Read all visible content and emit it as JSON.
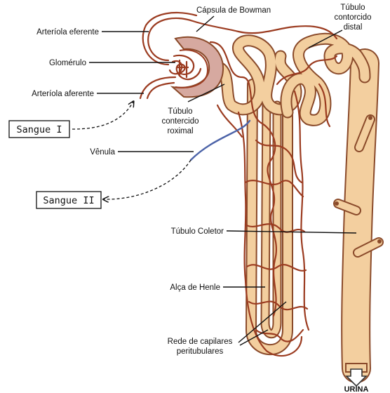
{
  "labels": {
    "capsula": "Cápsula de Bowman",
    "tubulo_distal_1": "Túbulo",
    "tubulo_distal_2": "contorcido",
    "tubulo_distal_3": "distal",
    "arteriola_eferente": "Arteríola eferente",
    "glomerulo": "Glomérulo",
    "arteriola_aferente": "Arteríola aferente",
    "tubulo_proximal_1": "Túbulo",
    "tubulo_proximal_2": "contercido",
    "tubulo_proximal_3": "roximal",
    "sangue_i": "Sangue I",
    "venula": "Vênula",
    "sangue_ii": "Sangue II",
    "tubulo_coletor": "Túbulo Coletor",
    "alca_henle": "Alça de Henle",
    "rede_1": "Rede de capilares",
    "rede_2": "peritubulares",
    "urina": "URINA"
  },
  "colors": {
    "tubule": "#f3cf9f",
    "tubule_outline": "#8a4a2a",
    "capillary": "#9b3b20",
    "venule": "#4c63a8",
    "capsule": "#d6a9a0"
  }
}
